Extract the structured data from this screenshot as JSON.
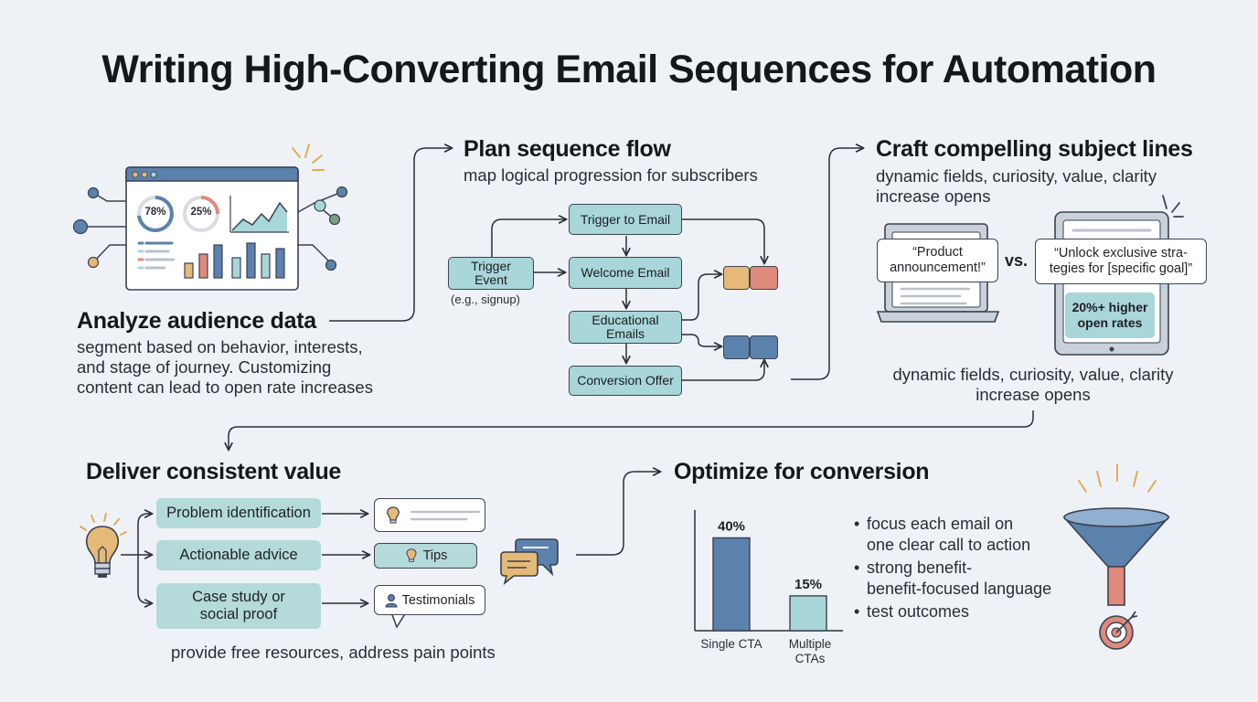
{
  "title": "Writing High-Converting Email Sequences for Automation",
  "analyze": {
    "heading": "Analyze audience data",
    "line1": "segment based on behavior, interests,",
    "line2": "and stage of journey. Customizing",
    "line3": "content can lead to open rate increases",
    "gauge1": "78%",
    "gauge2": "25%"
  },
  "plan": {
    "heading": "Plan sequence flow",
    "subtitle": "map logical progression for subscribers",
    "trigger_line1": "Trigger",
    "trigger_line2": "Event",
    "trigger_note": "(e.g., signup)",
    "step_trigger_email": "Trigger to Email",
    "step_welcome": "Welcome Email",
    "step_edu_line1": "Educational",
    "step_edu_line2": "Emails",
    "step_conversion": "Conversion Offer"
  },
  "craft": {
    "heading": "Craft compelling subject lines",
    "line1": "dynamic fields, curiosity, value, clarity",
    "line2": "increase opens",
    "quote_a_line1": "“Product",
    "quote_a_line2": "announcement!”",
    "vs": "vs.",
    "quote_b_line1": "“Unlock exclusive stra-",
    "quote_b_line2": "tegies for [specific goal]”",
    "badge_line1": "20%+ higher",
    "badge_line2": "open rates",
    "caption_line1": "dynamic fields, curiosity, value, clarity",
    "caption_line2": "increase opens"
  },
  "deliver": {
    "heading": "Deliver consistent value",
    "item1": "Problem identification",
    "item2": "Actionable advice",
    "item3_line1": "Case study or",
    "item3_line2": "social proof",
    "tips_label": "Tips",
    "testimonials_label": "Testimonials",
    "caption": "provide free resources, address pain points"
  },
  "optimize": {
    "heading": "Optimize for conversion",
    "bullet1_line1": "focus each email on",
    "bullet1_line2": "one clear call to action",
    "bullet2_line1": "strong benefit-",
    "bullet2_line2": "benefit-focused language",
    "bullet3": "test outcomes"
  },
  "colors": {
    "background": "#eef2f6",
    "teal": "#a9d6d8",
    "blue": "#5b81ad",
    "coral": "#e08a7c",
    "gold": "#e5b978",
    "outline": "#3c4452"
  },
  "chart_data": {
    "type": "bar",
    "categories": [
      "Single CTA",
      "Multiple CTAs"
    ],
    "values": [
      40,
      15
    ],
    "value_labels": [
      "40%",
      "15%"
    ],
    "category_labels": [
      [
        "Single CTA"
      ],
      [
        "Multiple",
        "CTAs"
      ]
    ],
    "colors": [
      "#5b81ad",
      "#a9d6d8"
    ],
    "ylim": [
      0,
      52
    ],
    "grid": false
  }
}
